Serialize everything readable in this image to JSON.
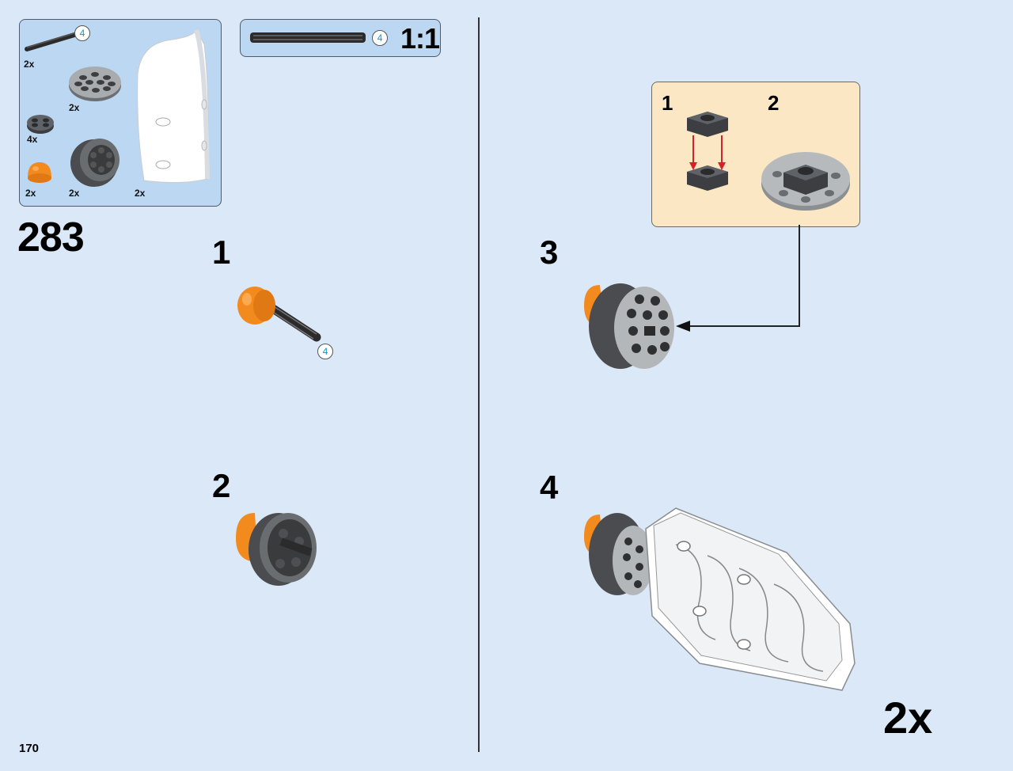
{
  "parts_list": {
    "items": [
      {
        "qty": "2x",
        "length_badge": "4",
        "icon": "axle-4-icon"
      },
      {
        "qty": "2x",
        "icon": "round-plate-4x4-icon"
      },
      {
        "qty": "4x",
        "icon": "round-plate-2x2-icon"
      },
      {
        "qty": "2x",
        "icon": "orange-dome-icon"
      },
      {
        "qty": "2x",
        "icon": "wheel-hub-icon"
      },
      {
        "qty": "2x",
        "icon": "white-curved-panel-icon"
      }
    ]
  },
  "scale_box": {
    "length_badge": "4",
    "label": "1:1",
    "icon": "axle-1to1-icon"
  },
  "step_number": "283",
  "substeps": [
    {
      "label": "1",
      "length_badge": "4"
    },
    {
      "label": "2"
    },
    {
      "label": "3"
    },
    {
      "label": "4"
    }
  ],
  "sub_assembly": {
    "labels": [
      "1",
      "2"
    ]
  },
  "multiplier": "2x",
  "page_number": "170",
  "colors": {
    "background": "#dbe8f7",
    "parts_box": "#bcd7f1",
    "sub_box": "#fbe7c4",
    "orange": "#f28a1e",
    "dark_gray": "#5a5d60",
    "arrow_red": "#d6202a"
  }
}
